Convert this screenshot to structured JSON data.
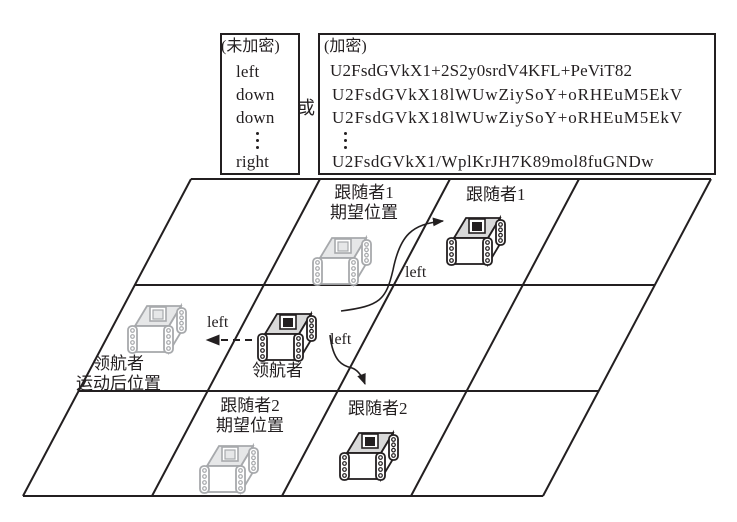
{
  "figure": {
    "plain_box": {
      "title": "(未加密)",
      "commands": [
        "left",
        "down",
        "down",
        "right"
      ],
      "ellipsis": "⋮"
    },
    "or_label": "或",
    "cipher_box": {
      "title": "(加密)",
      "lines": [
        "U2FsdGVkX1+2S2y0srdV4KFL+PeViT82",
        "U2FsdGVkX18lWUwZiySoY+oRHEuM5EkV",
        "U2FsdGVkX18lWUwZiySoY+oRHEuM5EkV",
        "U2FsdGVkX1/WplKrJH7K89mol8fuGNDw"
      ],
      "ellipsis": "⋮"
    },
    "grid": {
      "rows": 3,
      "cols": 4,
      "line_color": "#231f20"
    },
    "robots": [
      {
        "id": "follower1-target",
        "label_lines": [
          "跟随者1",
          "期望位置"
        ],
        "style": "ghost",
        "row": 0,
        "col": 1
      },
      {
        "id": "follower1",
        "label_lines": [
          "跟随者1"
        ],
        "style": "solid",
        "row": 0,
        "col": 2
      },
      {
        "id": "leader-after",
        "label_lines": [
          "领航者",
          "运动后位置"
        ],
        "style": "ghost",
        "row": 1,
        "col": 0
      },
      {
        "id": "leader",
        "label_lines": [
          "领航者"
        ],
        "style": "solid",
        "row": 1,
        "col": 1
      },
      {
        "id": "follower2-target",
        "label_lines": [
          "跟随者2",
          "期望位置"
        ],
        "style": "ghost",
        "row": 2,
        "col": 1
      },
      {
        "id": "follower2",
        "label_lines": [
          "跟随者2"
        ],
        "style": "solid",
        "row": 2,
        "col": 2
      }
    ],
    "arrows": [
      {
        "id": "leader-to-after",
        "label": "left",
        "style": "dashed"
      },
      {
        "id": "to-follower1",
        "label": "left",
        "style": "solid-curve"
      },
      {
        "id": "to-follower2",
        "label": "left",
        "style": "solid-curve"
      }
    ],
    "colors": {
      "ink": "#231f20",
      "ghost_stroke": "#a7a9ac",
      "ghost_fill": "#e6e7e8",
      "solid_top_fill": "#d9d9d9",
      "solid_window": "#231f20"
    }
  }
}
